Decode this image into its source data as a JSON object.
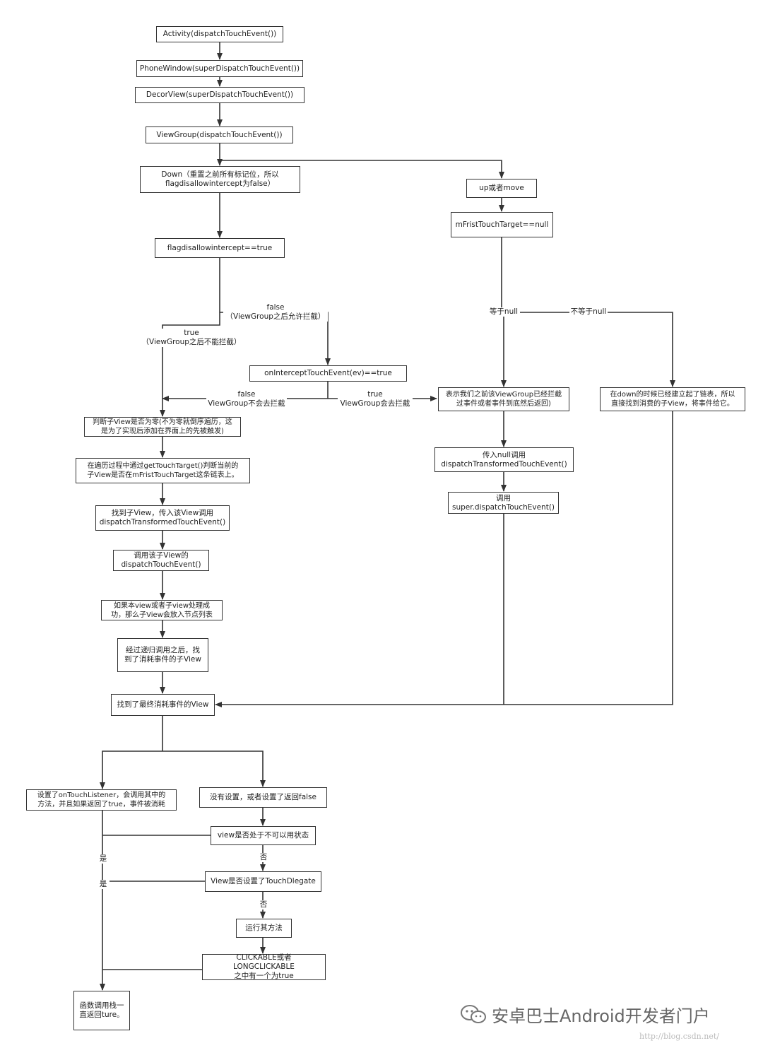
{
  "nodes": {
    "activity": "Activity(dispatchTouchEvent())",
    "phone_window": "PhoneWindow(superDispatchTouchEvent())",
    "decor_view": "DecorView(superDispatchTouchEvent())",
    "view_group": "ViewGroup(dispatchTouchEvent())",
    "down": "Down（重置之前所有标记位，所以\nflagdisallowintercept为false）",
    "up_or_move": "up或者move",
    "first_touch_target": "mFristTouchTarget==null",
    "flag_check": "flagdisallowintercept==true",
    "on_intercept": "onInterceptTouchEvent(ev)==true",
    "intercepted": "表示我们之前该ViewGroup已经拦截\n过事件或者事件到底然后返回)",
    "chain_found": "在down的时候已经建立起了链表，所以\n直接找到消费的子View，将事件给它。",
    "child_count": "判断子View是否为零(不为零就倒序遍历，这\n是为了实现后添加在界面上的先被触发)",
    "get_touch_target": "在遍历过程中通过getTouchTarget()判断当前的\n子View是否在mFristTouchTarget这条链表上。",
    "find_child": "找到子View，传入该View调用\ndispatchTransformedTouchEvent()",
    "call_child": "调用该子View的\ndispatchTouchEvent()",
    "handled": "如果本view或者子view处理成\n功，那么子View会放入节点列表",
    "recursion": "经过递归调用之后，找\n到了消耗事件的子View",
    "pass_null": "传入null调用\ndispatchTransformedTouchEvent()",
    "super_dispatch": "调用\nsuper.dispatchTouchEvent()",
    "final_view": "找到了最终消耗事件的View",
    "on_touch_listener": "设置了onTouchListener，会调用其中的\n方法，并且如果返回了true，事件被消耗",
    "no_listener": "没有设置，或者设置了返回false",
    "view_disabled": "view是否处于不可以用状态",
    "touch_delegate": "View是否设置了TouchDlegate",
    "run_method": "运行其方法",
    "clickable": "CLICKABLE或者LONGCLICKABLE\n之中有一个为true",
    "return_true": "函数调用栈一\n直返回ture。"
  },
  "edge_labels": {
    "false_allow": "false\n（ViewGroup之后允许拦截）",
    "true_no_intercept": "true\n（ViewGroup之后不能拦截）",
    "false_not_intercept": "false\nViewGroup不会去拦截",
    "true_intercept": "true\nViewGroup会去拦截",
    "equals_null": "等于null",
    "not_equals_null": "不等于null",
    "yes_1": "是",
    "yes_2": "是",
    "no_1": "否",
    "no_2": "否"
  },
  "watermark": {
    "brand": "安卓巴士Android开发者门户",
    "url": "http://blog.csdn.net/"
  },
  "colors": {
    "line": "#333333",
    "border": "#333333",
    "background": "#ffffff"
  }
}
